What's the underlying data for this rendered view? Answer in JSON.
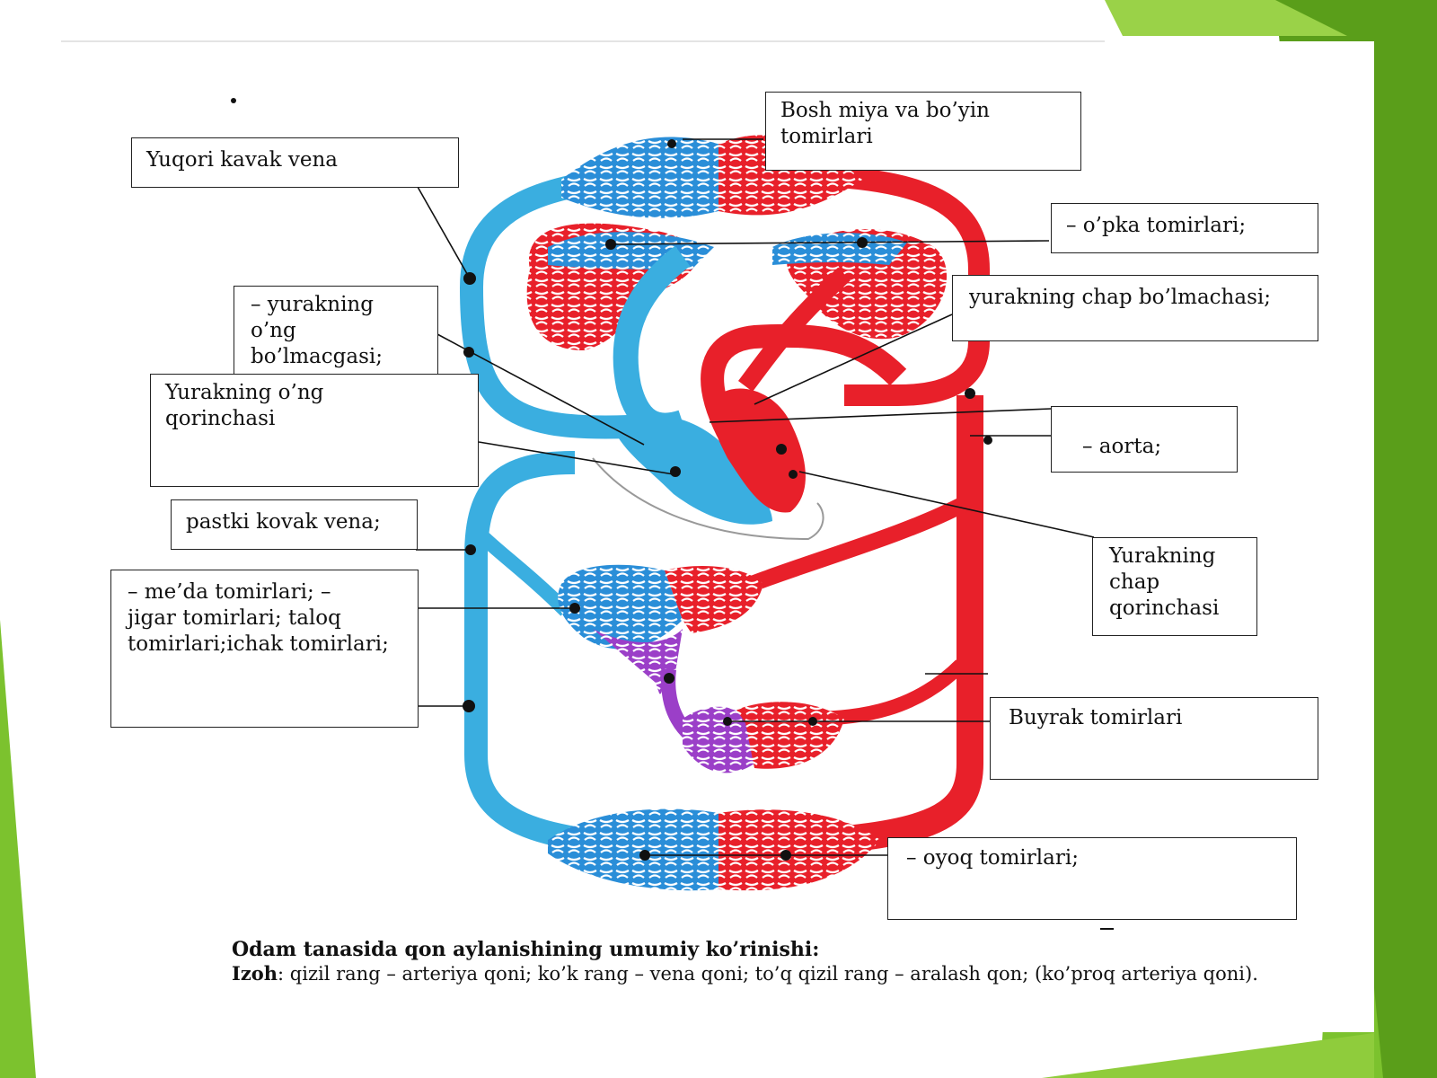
{
  "caption": {
    "title": "Odam tanasida qon aylanishining umumiy ko’rinishi:",
    "note_label": "Izoh",
    "note_text": ":  qizil rang – arteriya qoni; ko’k rang – vena qoni; to’q qizil rang – aralash qon; (ko’proq arteriya qoni)."
  },
  "labels": {
    "bosh_miya": "Bosh miya va bo’yin\ntomirlari",
    "yuqori_kavak_vena": "Yuqori kavak vena",
    "opka": "– o’pka tomirlari;",
    "ong_bolmacha": "– yurakning\no’ng\nbo’lmacgasi;",
    "chap_bolmacha": "yurakning chap bo’lmachasi;",
    "ong_qorincha": "Yurakning o’ng\nqorinchasi",
    "aorta": "– aorta;",
    "pastki_kovak_vena": "pastki kovak vena;",
    "chap_qorincha": "Yurakning\nchap\nqorinchasi",
    "meda": "– me’da tomirlari; –\njigar tomirlari; taloq\ntomirlari;ichak tomirlari;",
    "buyrak": "Buyrak tomirlari",
    "oyoq": "– oyoq tomirlari;"
  },
  "colors": {
    "arterial": "#e8202a",
    "venous": "#3aaee0",
    "venous_dark": "#1a6fc0",
    "mixed": "#9b3fc8",
    "green_frame": "#7cc22e"
  }
}
